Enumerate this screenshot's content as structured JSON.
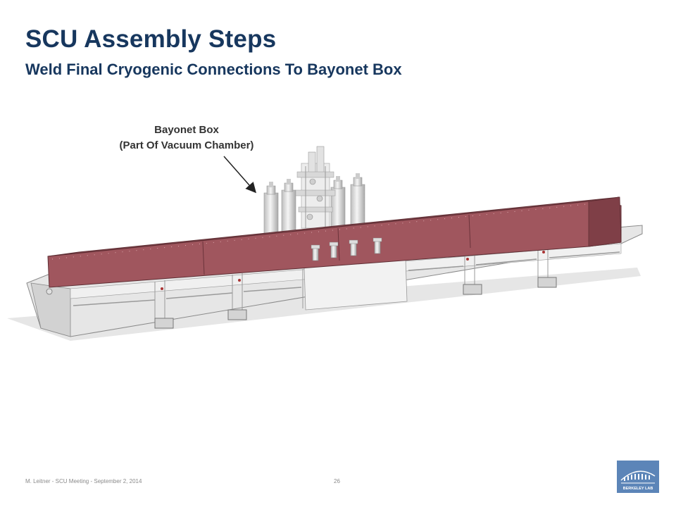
{
  "slide": {
    "title": "SCU Assembly Steps",
    "subtitle": "Weld Final Cryogenic Connections To Bayonet Box"
  },
  "callout": {
    "line1": "Bayonet Box",
    "line2": "(Part Of Vacuum Chamber)"
  },
  "footer": {
    "text": "M. Leitner - SCU Meeting - September 2, 2014",
    "page": "26"
  },
  "logo": {
    "text": "BERKELEY LAB"
  },
  "colors": {
    "title": "#17375e",
    "chamber_top": "#8d4a52",
    "chamber_face": "#a0565e",
    "frame": "#e6e6e6",
    "logo_bg": "#5c85b8"
  }
}
